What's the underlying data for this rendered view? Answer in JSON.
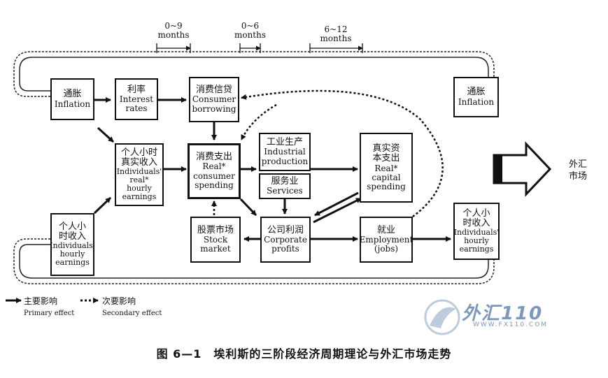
{
  "timing": {
    "t1": {
      "range": "0~9",
      "unit": "months"
    },
    "t2": {
      "range": "0~6",
      "unit": "months"
    },
    "t3": {
      "range": "6~12",
      "unit": "months"
    }
  },
  "boxes": {
    "inflation_left": {
      "zh": "通胀",
      "en": "Inflation"
    },
    "interest_rates": {
      "zh": "利率",
      "en1": "Interest",
      "en2": "rates"
    },
    "consumer_borrowing": {
      "zh": "消费信贷",
      "en1": "Consumer",
      "en2": "borrowing"
    },
    "inflation_right": {
      "zh": "通胀",
      "en": "Inflation"
    },
    "real_income_top": {
      "zh1": "个人小时",
      "zh2": "真实收入",
      "en1": "Individuals'",
      "en2": "real* hourly",
      "en3": "earnings"
    },
    "real_consumer_spending": {
      "zh": "消费支出",
      "en1": "Real*",
      "en2": "consumer",
      "en3": "spending"
    },
    "industrial_production": {
      "zh": "工业生产",
      "en1": "Industrial",
      "en2": "production"
    },
    "services": {
      "zh": "服务业",
      "en": "Services"
    },
    "real_capital_spending": {
      "zh1": "真实资",
      "zh2": "本支出",
      "en1": "Real*",
      "en2": "capital",
      "en3": "spending"
    },
    "real_income_bottom_left": {
      "zh1": "个人小",
      "zh2": "时收入",
      "en1": "Individuals'",
      "en2": "hourly",
      "en3": "earnings"
    },
    "stock_market": {
      "zh": "股票市场",
      "en1": "Stock",
      "en2": "market"
    },
    "corporate_profits": {
      "zh": "公司利润",
      "en1": "Corporate",
      "en2": "profits"
    },
    "employment": {
      "zh": "就业",
      "en1": "Employment",
      "en2": "(jobs)"
    },
    "real_income_bottom_right": {
      "zh1": "个人小",
      "zh2": "时收入",
      "en1": "Individuals'",
      "en2": "hourly",
      "en3": "earnings"
    }
  },
  "fx_market": {
    "line1": "外汇",
    "line2": "市场"
  },
  "legend": {
    "primary_zh": "主要影响",
    "primary_en": "Primary effect",
    "secondary_zh": "次要影响",
    "secondary_en": "Secondary effect"
  },
  "caption": "图 6—1　埃利斯的三阶段经济周期理论与外汇市场走势",
  "watermark": {
    "brand": "外汇110",
    "url": "WWW.FX110.COM"
  }
}
